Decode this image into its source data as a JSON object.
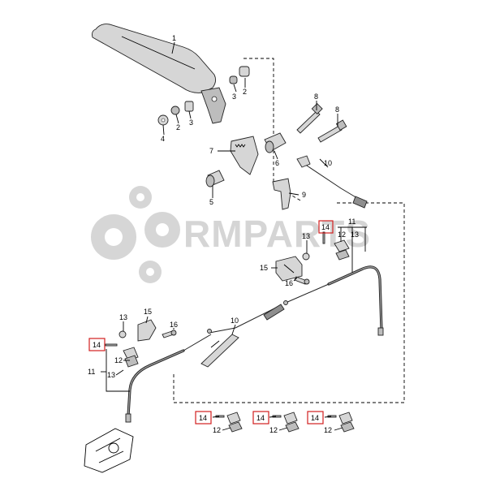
{
  "watermark": {
    "text": "RMPARTS"
  },
  "callouts": {
    "c1": "1",
    "c2a": "2",
    "c2b": "2",
    "c3a": "3",
    "c3b": "3",
    "c4": "4",
    "c5": "5",
    "c6": "6",
    "c7": "7",
    "c8a": "8",
    "c8b": "8",
    "c9": "9",
    "c10a": "10",
    "c10b": "10",
    "c11a": "11",
    "c11b": "11",
    "c12a": "12",
    "c12b": "12",
    "c12c": "12",
    "c12d": "12",
    "c12e": "12",
    "c13a": "13",
    "c13b": "13",
    "c13c": "13",
    "c13d": "13",
    "c14a": "14",
    "c14b": "14",
    "c14c": "14",
    "c14d": "14",
    "c14e": "14",
    "c15a": "15",
    "c15b": "15",
    "c16a": "16",
    "c16b": "16"
  }
}
